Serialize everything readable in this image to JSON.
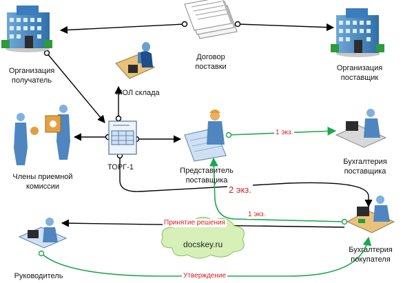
{
  "nodes": {
    "org_receiver": "Организация\nполучатель",
    "mol_warehouse": "МОЛ склада",
    "contract": "Договор\nпоставки",
    "org_supplier": "Организация\nпоставщик",
    "commission": "Члены приемной\nкомиссии",
    "torg1": "ТОРГ-1",
    "supplier_rep": "Представитель\nпоставщика",
    "supplier_accounting": "Бухгалтерия\nпоставщика",
    "manager": "Руководитель",
    "buyer_accounting": "Бухгалтерия\nпокупателя",
    "watermark": "docskey.ru"
  },
  "edges": {
    "copy1_supplier": "1 экз.",
    "copy2": "2 экз.",
    "copy1_buyer": "1 экз.",
    "decision": "Принятие решения",
    "approval": "Утверждение"
  },
  "colors": {
    "black_line": "#000000",
    "green_line": "#1aa84a",
    "label_red": "#d42020",
    "cloud": "#d6f0b8"
  }
}
